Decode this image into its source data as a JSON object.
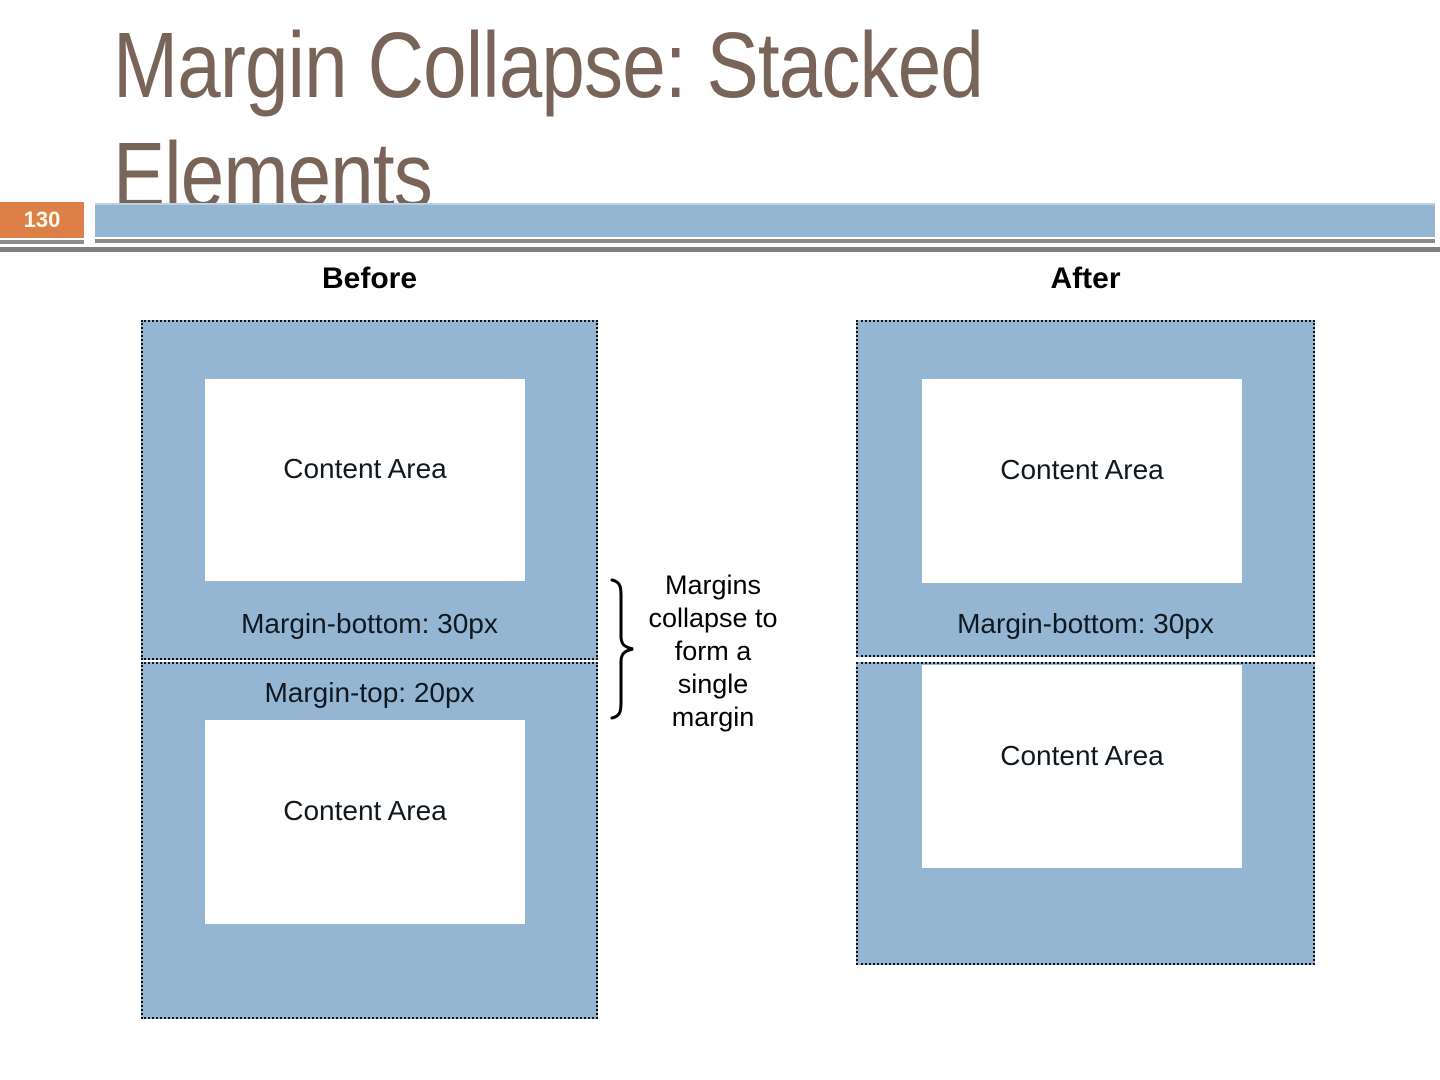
{
  "slide": {
    "title": "Margin Collapse: Stacked Elements",
    "page_number": "130"
  },
  "colors": {
    "title_text": "#786459",
    "accent_blue": "#95B6D3",
    "accent_orange": "#DD8047",
    "rule_gray": "#8C8C8C",
    "label_text": "#10181F"
  },
  "diagram": {
    "before": {
      "heading": "Before",
      "box1": {
        "content_label": "Content Area",
        "margin_label": "Margin-bottom: 30px"
      },
      "box2": {
        "margin_label": "Margin-top: 20px",
        "content_label": "Content Area"
      }
    },
    "after": {
      "heading": "After",
      "box1": {
        "content_label": "Content Area",
        "margin_label": "Margin-bottom: 30px"
      },
      "box2": {
        "content_label": "Content Area"
      }
    },
    "annotation": {
      "text": "Margins\ncollapse to\nform a\nsingle\nmargin"
    }
  }
}
